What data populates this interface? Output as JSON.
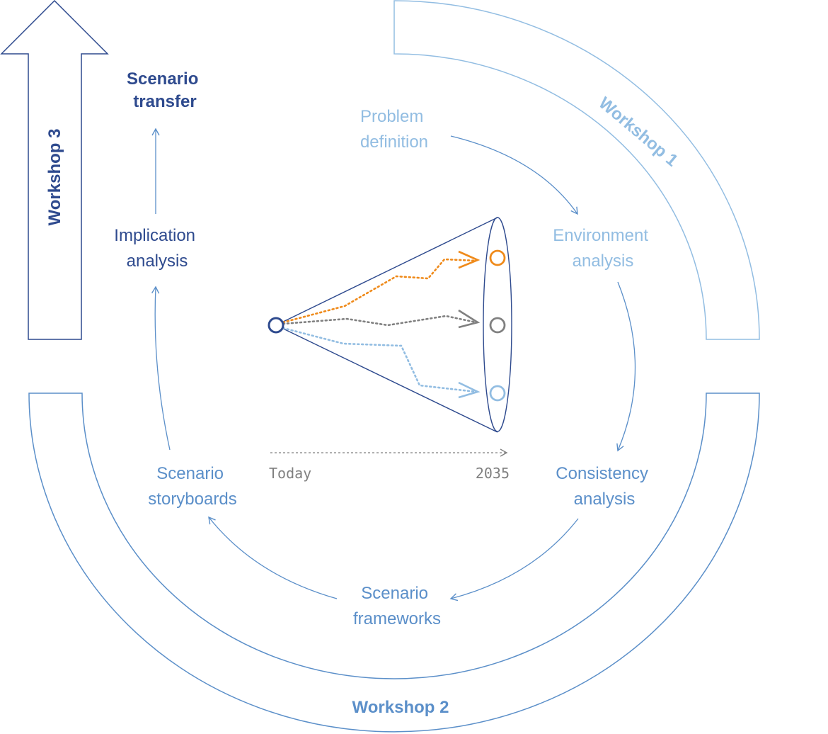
{
  "colors": {
    "dark_blue": "#2e4a8e",
    "mid_blue": "#5b8fc9",
    "light_blue": "#92bde2",
    "orange": "#ef8a1a",
    "gray": "#808080"
  },
  "workshops": {
    "w1": "Workshop 1",
    "w2": "Workshop 2",
    "w3": "Workshop 3"
  },
  "steps": {
    "scenario_transfer": [
      "Scenario",
      "transfer"
    ],
    "problem_definition": [
      "Problem",
      "definition"
    ],
    "environment_analysis": [
      "Environment",
      "analysis"
    ],
    "implication_analysis": [
      "Implication",
      "analysis"
    ],
    "consistency_analysis": [
      "Consistency",
      "analysis"
    ],
    "scenario_storyboards": [
      "Scenario",
      "storyboards"
    ],
    "scenario_frameworks": [
      "Scenario",
      "frameworks"
    ]
  },
  "timeline": {
    "start": "Today",
    "end": "2035"
  }
}
